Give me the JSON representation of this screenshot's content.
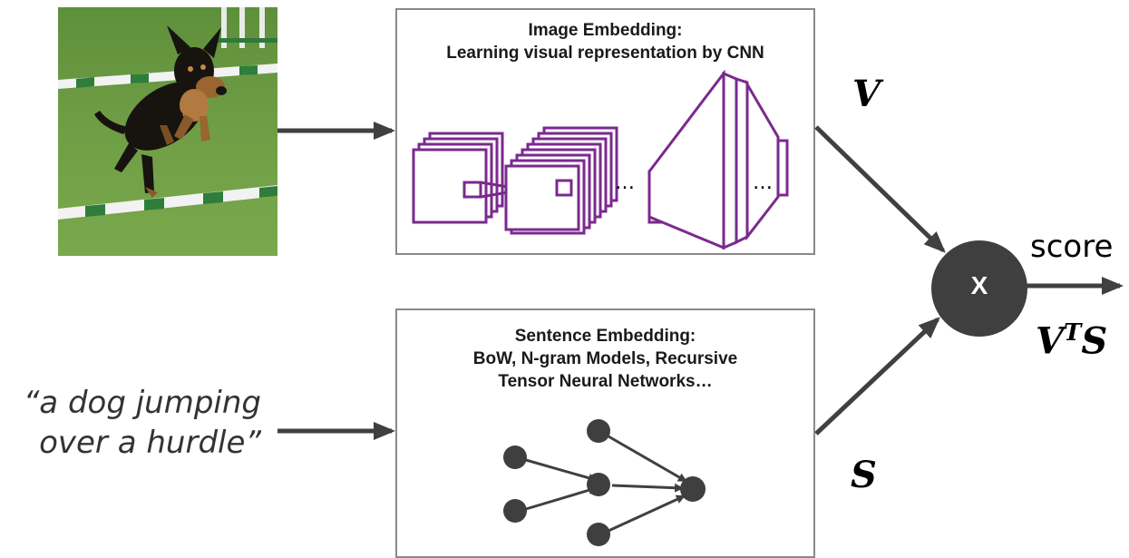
{
  "image_embedding": {
    "title_line1": "Image Embedding:",
    "title_line2": "Learning visual representation by CNN",
    "ellipsis_a": "…",
    "ellipsis_b": "…"
  },
  "sentence_embedding": {
    "title_line1": "Sentence Embedding:",
    "title_line2": "BoW, N-gram Models, Recursive",
    "title_line3": "Tensor Neural Networks…"
  },
  "caption": {
    "line1": "“a dog jumping",
    "line2": "over a hurdle”"
  },
  "labels": {
    "v": "V",
    "s": "S",
    "product_base": "V",
    "product_sup": "T",
    "product_tail": "S",
    "score": "score",
    "multiply": "X"
  },
  "colors": {
    "cnn_stroke": "#7a2a8e",
    "arrow": "#404040",
    "node": "#3f3f3f",
    "box_border": "#8a8a8a"
  }
}
